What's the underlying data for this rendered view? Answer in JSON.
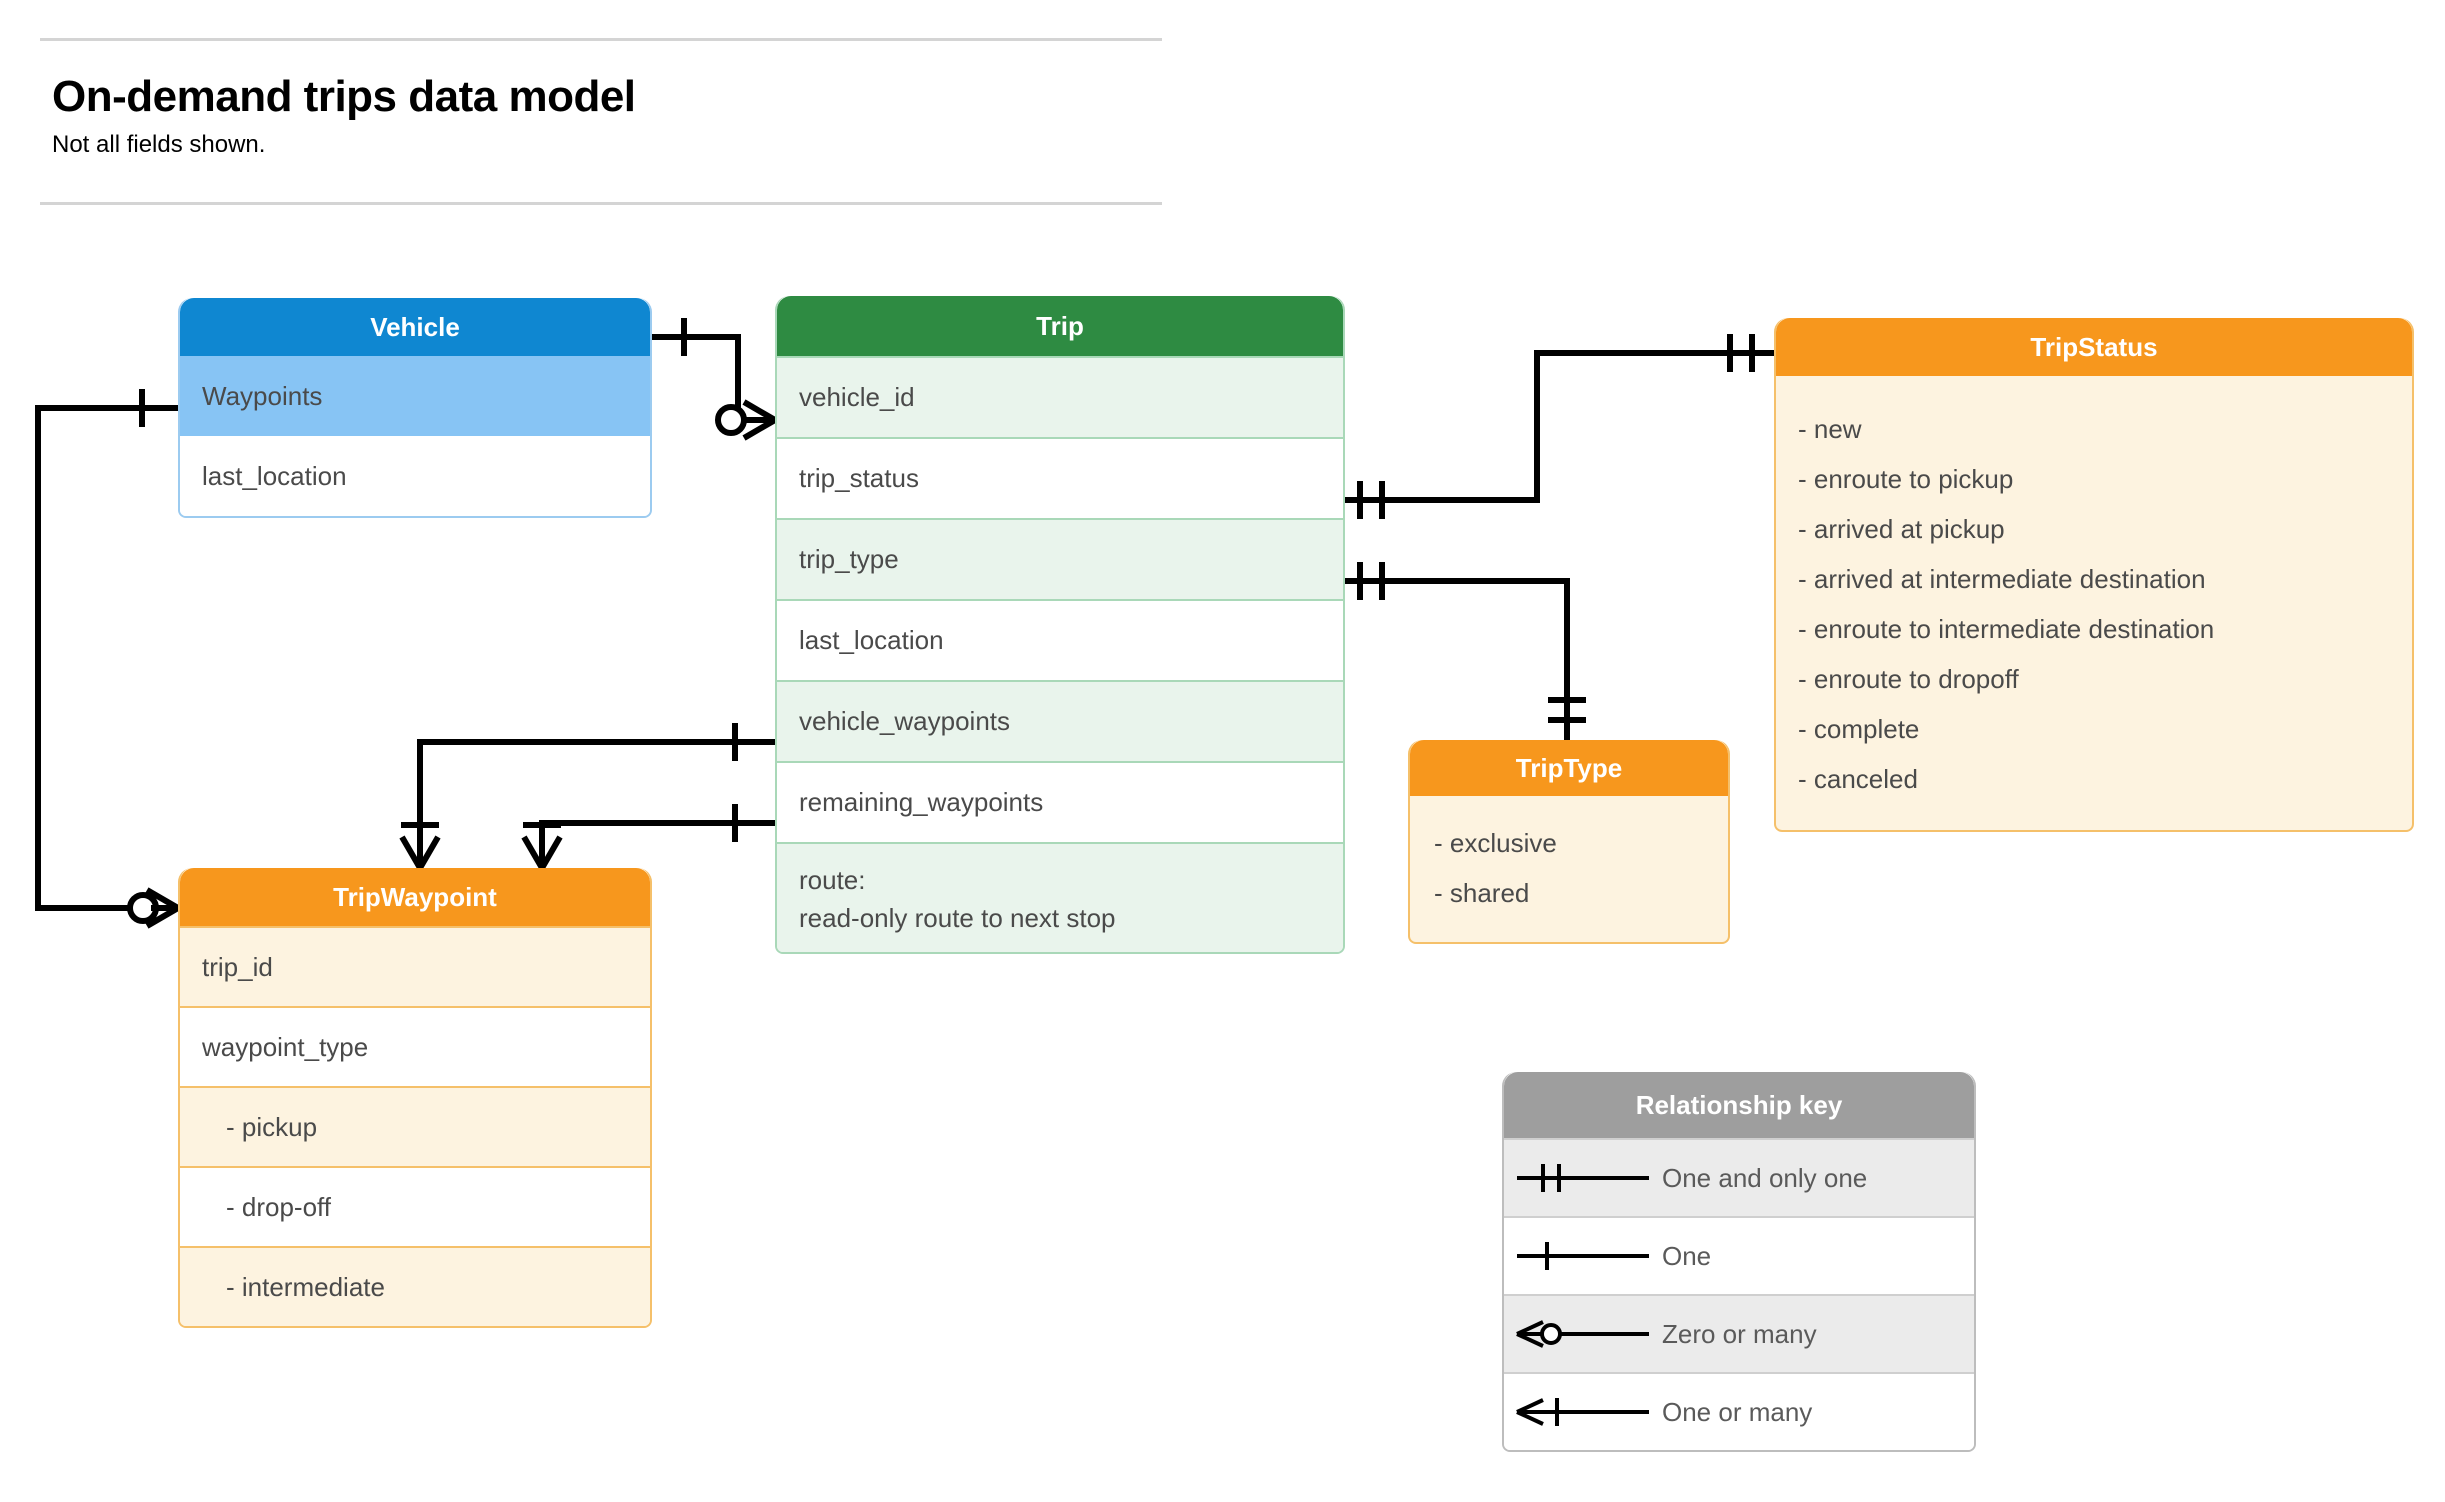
{
  "header": {
    "title": "On-demand trips data model",
    "subtitle": "Not all fields shown."
  },
  "entities": {
    "vehicle": {
      "title": "Vehicle",
      "color": "#0f87d1",
      "rows": [
        "Waypoints",
        "last_location"
      ]
    },
    "trip": {
      "title": "Trip",
      "color": "#2e8b42",
      "rows": [
        "vehicle_id",
        "trip_status",
        "trip_type",
        "last_location",
        "vehicle_waypoints",
        "remaining_waypoints"
      ],
      "route_label": "route:",
      "route_note": "read-only route to next stop"
    },
    "tripstatus": {
      "title": "TripStatus",
      "color": "#f7971d",
      "items": [
        "- new",
        "- enroute to pickup",
        "- arrived at pickup",
        "- arrived at intermediate destination",
        "- enroute to intermediate destination",
        "- enroute to dropoff",
        "- complete",
        "- canceled"
      ]
    },
    "triptype": {
      "title": "TripType",
      "color": "#f7971d",
      "items": [
        "- exclusive",
        "- shared"
      ]
    },
    "tripwaypoint": {
      "title": "TripWaypoint",
      "color": "#f7971d",
      "rows": [
        "trip_id",
        "waypoint_type",
        "-  pickup",
        "-  drop-off",
        "-  intermediate"
      ]
    }
  },
  "relationship_key": {
    "title": "Relationship key",
    "rows": [
      {
        "symbol": "one-and-only-one",
        "label": "One and only one"
      },
      {
        "symbol": "one",
        "label": "One"
      },
      {
        "symbol": "zero-or-many",
        "label": "Zero or many"
      },
      {
        "symbol": "one-or-many",
        "label": "One or many"
      }
    ]
  },
  "relationships": [
    {
      "from": "Vehicle",
      "from_card": "one",
      "to": "Trip.vehicle_id",
      "to_card": "zero or many"
    },
    {
      "from": "Vehicle.Waypoints",
      "from_card": "one",
      "to": "TripWaypoint",
      "to_card": "zero or many"
    },
    {
      "from": "Trip.trip_status",
      "from_card": "one and only one",
      "to": "TripStatus",
      "to_card": "one and only one"
    },
    {
      "from": "Trip.trip_type",
      "from_card": "one and only one",
      "to": "TripType",
      "to_card": "one and only one"
    },
    {
      "from": "Trip.vehicle_waypoints",
      "from_card": "one",
      "to": "TripWaypoint",
      "to_card": "one or many"
    },
    {
      "from": "Trip.remaining_waypoints",
      "from_card": "one",
      "to": "TripWaypoint",
      "to_card": "one or many"
    }
  ]
}
